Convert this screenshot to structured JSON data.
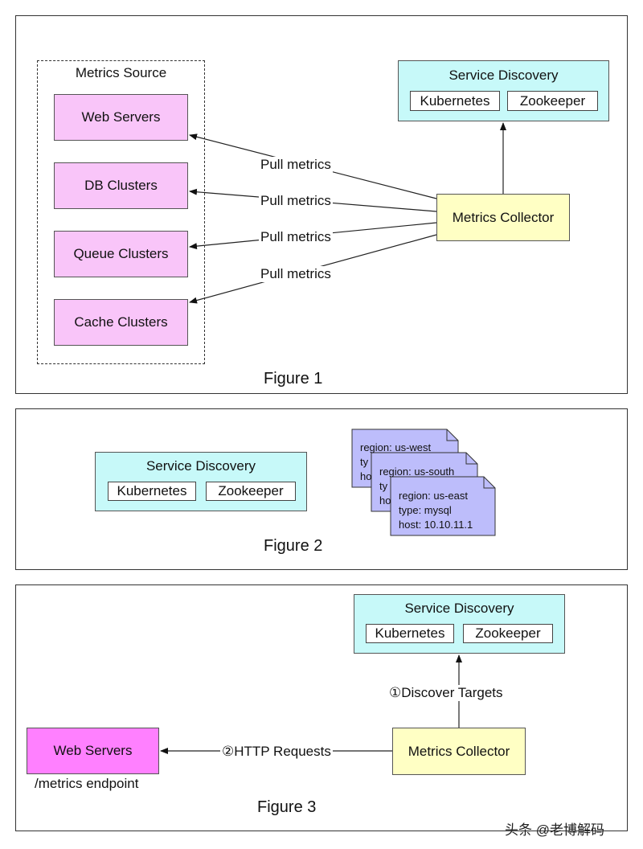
{
  "figure1": {
    "caption": "Figure 1",
    "metrics_source": {
      "title": "Metrics Source",
      "items": [
        "Web Servers",
        "DB Clusters",
        "Queue Clusters",
        "Cache Clusters"
      ]
    },
    "service_discovery": {
      "title": "Service Discovery",
      "items": [
        "Kubernetes",
        "Zookeeper"
      ]
    },
    "collector": "Metrics Collector",
    "pull_labels": [
      "Pull metrics",
      "Pull metrics",
      "Pull metrics",
      "Pull metrics"
    ]
  },
  "figure2": {
    "caption": "Figure 2",
    "service_discovery": {
      "title": "Service Discovery",
      "items": [
        "Kubernetes",
        "Zookeeper"
      ]
    },
    "docs": [
      {
        "line1": "region: us-west",
        "line2": "ty",
        "line3": "ho"
      },
      {
        "line1": "region: us-south",
        "line2": "ty",
        "line3": "ho"
      },
      {
        "line1": "region: us-east",
        "line2": "type: mysql",
        "line3": "host: 10.10.11.1"
      }
    ]
  },
  "figure3": {
    "caption": "Figure 3",
    "service_discovery": {
      "title": "Service Discovery",
      "items": [
        "Kubernetes",
        "Zookeeper"
      ]
    },
    "web_servers": "Web Servers",
    "endpoint": "/metrics endpoint",
    "collector": "Metrics Collector",
    "discover_label": "①Discover Targets",
    "http_label": "②HTTP Requests"
  },
  "watermark": "头条 @老博解码",
  "colors": {
    "pink": "#f9c5f9",
    "magenta": "#ff80ff",
    "cyan": "#c7f9f9",
    "yellow": "#ffffc4",
    "doc": "#bdbdfb"
  }
}
